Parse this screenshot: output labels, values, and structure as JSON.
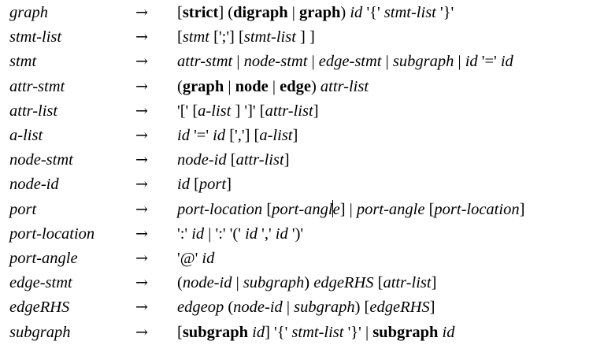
{
  "arrow": "→",
  "rules": [
    {
      "lhs": "graph",
      "rhs": [
        {
          "t": "[",
          "s": "n"
        },
        {
          "t": "strict",
          "s": "b"
        },
        {
          "t": "] (",
          "s": "n"
        },
        {
          "t": "digraph",
          "s": "b"
        },
        {
          "t": " | ",
          "s": "n"
        },
        {
          "t": "graph",
          "s": "b"
        },
        {
          "t": ") ",
          "s": "n"
        },
        {
          "t": "id",
          "s": "i"
        },
        {
          "t": " '{' ",
          "s": "n"
        },
        {
          "t": "stmt-list",
          "s": "i"
        },
        {
          "t": " '}'",
          "s": "n"
        }
      ]
    },
    {
      "lhs": "stmt-list",
      "rhs": [
        {
          "t": "[",
          "s": "n"
        },
        {
          "t": "stmt",
          "s": "i"
        },
        {
          "t": " [';'] [",
          "s": "n"
        },
        {
          "t": "stmt-list",
          "s": "i"
        },
        {
          "t": " ] ]",
          "s": "n"
        }
      ]
    },
    {
      "lhs": "stmt",
      "rhs": [
        {
          "t": "attr-stmt",
          "s": "i"
        },
        {
          "t": " | ",
          "s": "n"
        },
        {
          "t": "node-stmt",
          "s": "i"
        },
        {
          "t": " | ",
          "s": "n"
        },
        {
          "t": "edge-stmt",
          "s": "i"
        },
        {
          "t": " | ",
          "s": "n"
        },
        {
          "t": "subgraph",
          "s": "i"
        },
        {
          "t": " | ",
          "s": "n"
        },
        {
          "t": "id",
          "s": "i"
        },
        {
          "t": " '=' ",
          "s": "n"
        },
        {
          "t": "id",
          "s": "i"
        }
      ]
    },
    {
      "lhs": "attr-stmt",
      "rhs": [
        {
          "t": "(",
          "s": "n"
        },
        {
          "t": "graph",
          "s": "b"
        },
        {
          "t": " | ",
          "s": "n"
        },
        {
          "t": "node",
          "s": "b"
        },
        {
          "t": " | ",
          "s": "n"
        },
        {
          "t": "edge",
          "s": "b"
        },
        {
          "t": ") ",
          "s": "n"
        },
        {
          "t": "attr-list",
          "s": "i"
        }
      ]
    },
    {
      "lhs": "attr-list",
      "rhs": [
        {
          "t": "'[' [",
          "s": "n"
        },
        {
          "t": "a-list",
          "s": "i"
        },
        {
          "t": " ] ']' [",
          "s": "n"
        },
        {
          "t": "attr-list",
          "s": "i"
        },
        {
          "t": "]",
          "s": "n"
        }
      ]
    },
    {
      "lhs": "a-list",
      "rhs": [
        {
          "t": "id",
          "s": "i"
        },
        {
          "t": " '=' ",
          "s": "n"
        },
        {
          "t": "id",
          "s": "i"
        },
        {
          "t": " [','] [",
          "s": "n"
        },
        {
          "t": "a-list",
          "s": "i"
        },
        {
          "t": "]",
          "s": "n"
        }
      ]
    },
    {
      "lhs": "node-stmt",
      "rhs": [
        {
          "t": "node-id",
          "s": "i"
        },
        {
          "t": " [",
          "s": "n"
        },
        {
          "t": "attr-list",
          "s": "i"
        },
        {
          "t": "]",
          "s": "n"
        }
      ]
    },
    {
      "lhs": "node-id",
      "rhs": [
        {
          "t": "id",
          "s": "i"
        },
        {
          "t": " [",
          "s": "n"
        },
        {
          "t": "port",
          "s": "i"
        },
        {
          "t": "]",
          "s": "n"
        }
      ]
    },
    {
      "lhs": "port",
      "rhs": [
        {
          "t": "port-location",
          "s": "i"
        },
        {
          "t": " [",
          "s": "n"
        },
        {
          "t": "port-angl",
          "s": "i"
        },
        {
          "t": "",
          "s": "cursor"
        },
        {
          "t": "e",
          "s": "i"
        },
        {
          "t": "] | ",
          "s": "n"
        },
        {
          "t": "port-angle",
          "s": "i"
        },
        {
          "t": " [",
          "s": "n"
        },
        {
          "t": "port-location",
          "s": "i"
        },
        {
          "t": "]",
          "s": "n"
        }
      ]
    },
    {
      "lhs": "port-location",
      "rhs": [
        {
          "t": "':' ",
          "s": "n"
        },
        {
          "t": "id",
          "s": "i"
        },
        {
          "t": " | ':' '(' ",
          "s": "n"
        },
        {
          "t": "id",
          "s": "i"
        },
        {
          "t": " ',' ",
          "s": "n"
        },
        {
          "t": "id",
          "s": "i"
        },
        {
          "t": " ')'",
          "s": "n"
        }
      ]
    },
    {
      "lhs": "port-angle",
      "rhs": [
        {
          "t": "'@' ",
          "s": "n"
        },
        {
          "t": "id",
          "s": "i"
        }
      ]
    },
    {
      "lhs": "edge-stmt",
      "rhs": [
        {
          "t": "(",
          "s": "n"
        },
        {
          "t": "node-id",
          "s": "i"
        },
        {
          "t": " | ",
          "s": "n"
        },
        {
          "t": "subgraph",
          "s": "i"
        },
        {
          "t": ") ",
          "s": "n"
        },
        {
          "t": "edgeRHS",
          "s": "i"
        },
        {
          "t": " [",
          "s": "n"
        },
        {
          "t": "attr-list",
          "s": "i"
        },
        {
          "t": "]",
          "s": "n"
        }
      ]
    },
    {
      "lhs": "edgeRHS",
      "rhs": [
        {
          "t": "edgeop",
          "s": "i"
        },
        {
          "t": " (",
          "s": "n"
        },
        {
          "t": "node-id",
          "s": "i"
        },
        {
          "t": " | ",
          "s": "n"
        },
        {
          "t": "subgraph",
          "s": "i"
        },
        {
          "t": ") [",
          "s": "n"
        },
        {
          "t": "edgeRHS",
          "s": "i"
        },
        {
          "t": "]",
          "s": "n"
        }
      ]
    },
    {
      "lhs": "subgraph",
      "rhs": [
        {
          "t": "[",
          "s": "n"
        },
        {
          "t": "subgraph",
          "s": "b"
        },
        {
          "t": " ",
          "s": "n"
        },
        {
          "t": "id",
          "s": "i"
        },
        {
          "t": "] '{' ",
          "s": "n"
        },
        {
          "t": "stmt-list",
          "s": "i"
        },
        {
          "t": " '}' | ",
          "s": "n"
        },
        {
          "t": "subgraph",
          "s": "b"
        },
        {
          "t": " ",
          "s": "n"
        },
        {
          "t": "id",
          "s": "i"
        }
      ]
    }
  ]
}
